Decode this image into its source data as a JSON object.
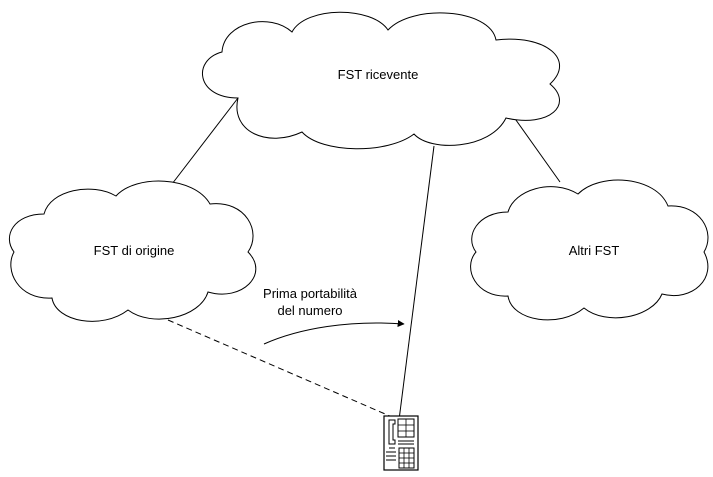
{
  "diagram": {
    "clouds": {
      "receiving": "FST ricevente",
      "origin": "FST di origine",
      "others": "Altri FST"
    },
    "annotation": {
      "line1": "Prima portabilità",
      "line2": "del numero"
    },
    "device_icon": "telephone-icon"
  }
}
